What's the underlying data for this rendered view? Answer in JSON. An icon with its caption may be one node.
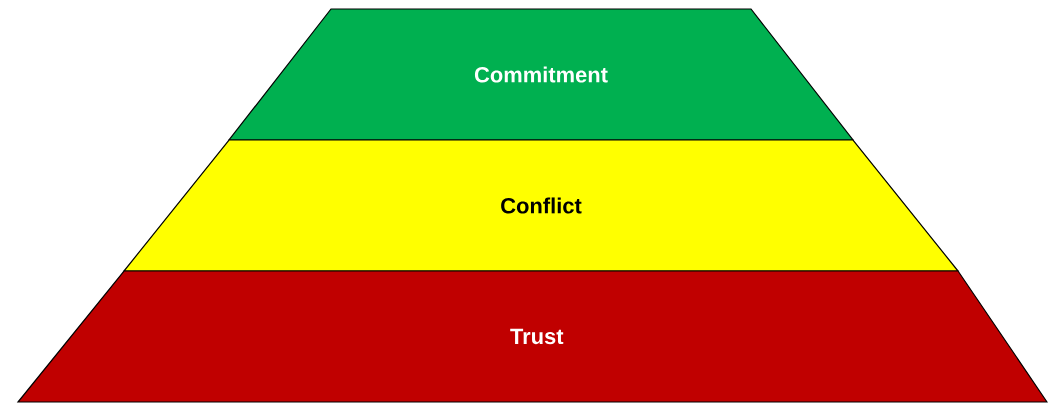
{
  "diagram": {
    "nodes": [
      {
        "text": [
          "Commitment"
        ]
      },
      {
        "text": [
          "Conflict"
        ]
      },
      {
        "text": [
          "Trust"
        ]
      }
    ]
  }
}
